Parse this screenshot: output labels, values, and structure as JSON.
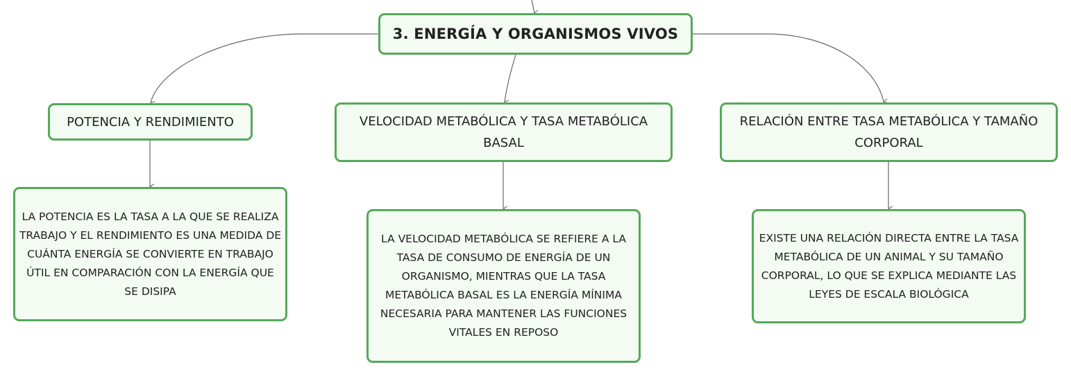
{
  "mindmap": {
    "root": {
      "label": "3. ENERGÍA Y ORGANISMOS VIVOS"
    },
    "topics": [
      {
        "label": "POTENCIA Y RENDIMIENTO",
        "detail": "LA POTENCIA ES LA TASA A LA QUE SE REALIZA TRABAJO Y EL RENDIMIENTO ES UNA MEDIDA DE CUÁNTA ENERGÍA SE CONVIERTE EN TRABAJO ÚTIL EN COMPARACIÓN CON LA ENERGÍA QUE SE DISIPA"
      },
      {
        "label": "VELOCIDAD METABÓLICA Y TASA METABÓLICA BASAL",
        "detail": "LA VELOCIDAD METABÓLICA SE REFIERE A LA TASA DE CONSUMO DE ENERGÍA DE UN ORGANISMO, MIENTRAS QUE LA TASA METABÓLICA BASAL ES LA ENERGÍA MÍNIMA NECESARIA PARA MANTENER LAS FUNCIONES VITALES EN REPOSO"
      },
      {
        "label": "RELACIÓN ENTRE TASA METABÓLICA Y TAMAÑO CORPORAL",
        "detail": "EXISTE UNA RELACIÓN DIRECTA ENTRE LA TASA METABÓLICA DE UN ANIMAL Y SU TAMAÑO CORPORAL, LO QUE SE EXPLICA MEDIANTE LAS LEYES DE ESCALA BIOLÓGICA"
      }
    ],
    "colors": {
      "node_border": "#55a85a",
      "node_fill": "#f3fbf2",
      "connector": "#666666",
      "text": "#222222"
    }
  }
}
